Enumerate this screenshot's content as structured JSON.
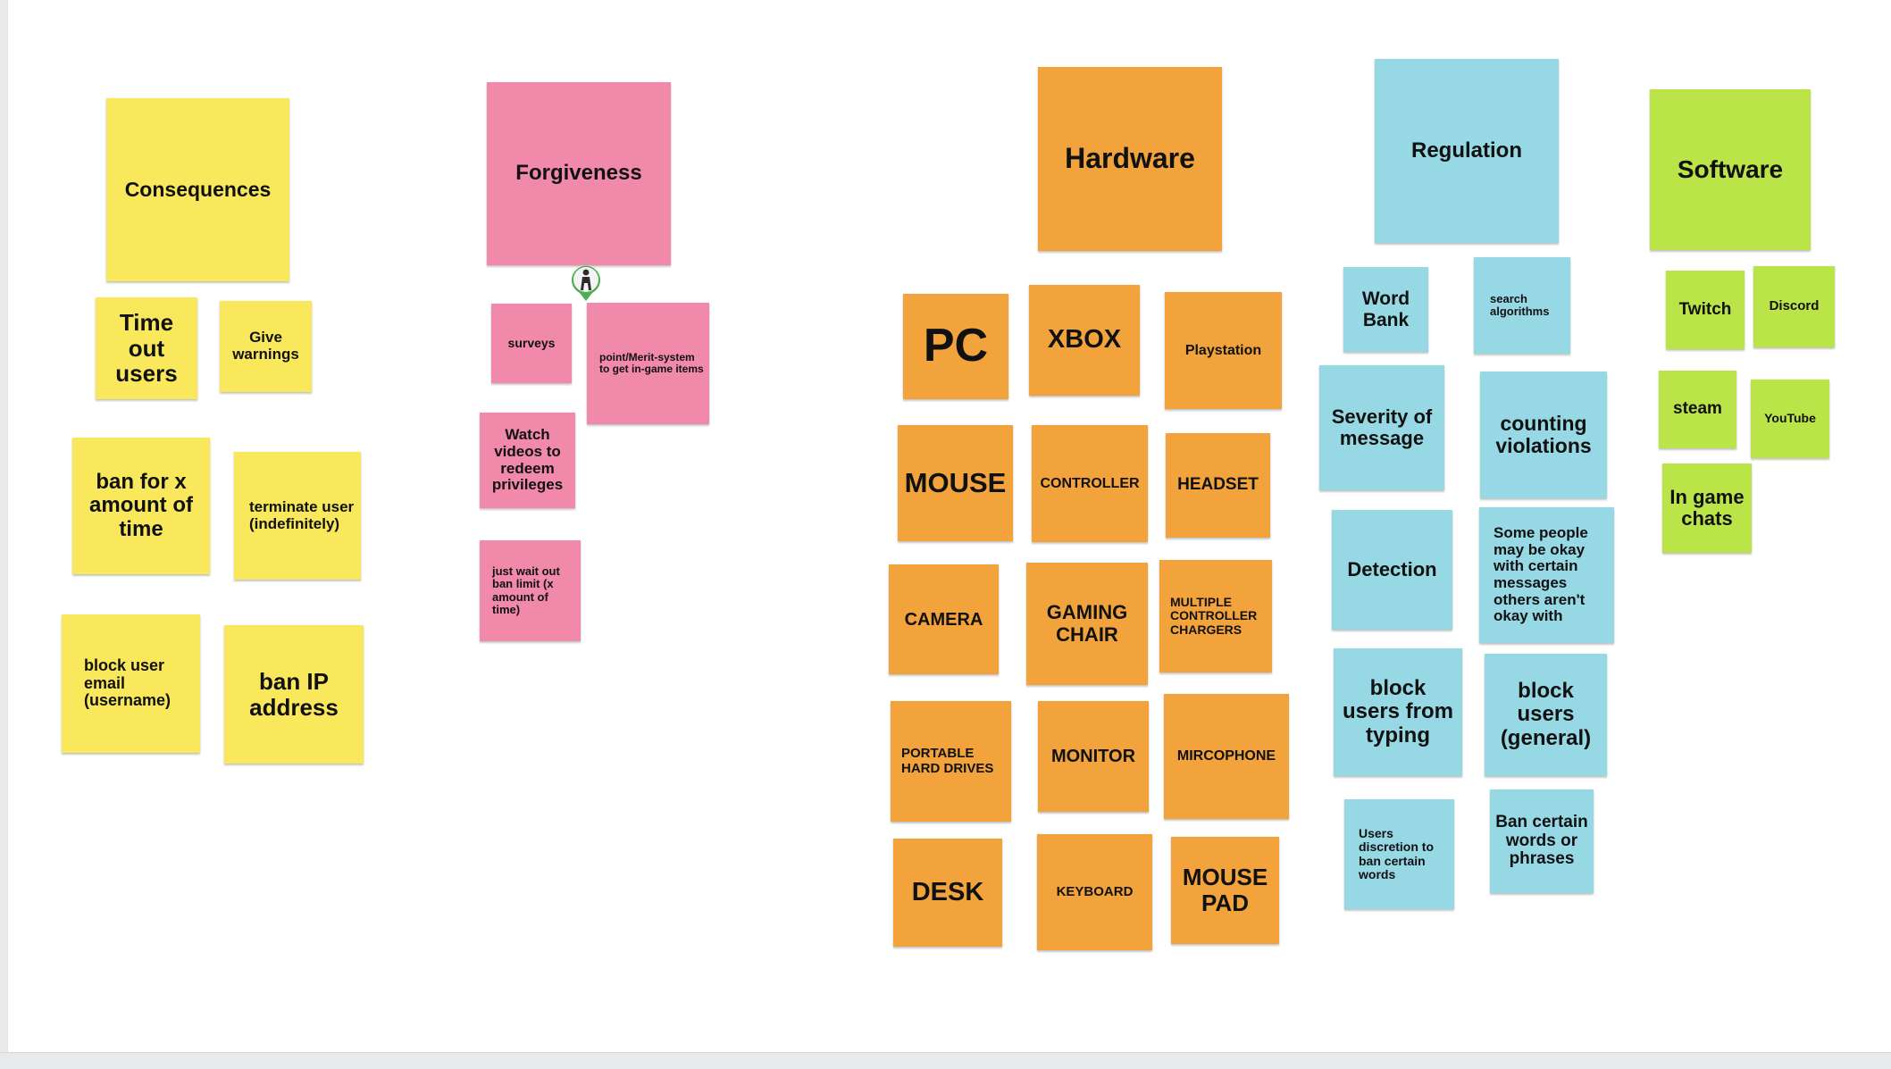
{
  "board": {
    "colors": {
      "consequences": "#f9e85c",
      "forgiveness": "#f189ab",
      "hardware": "#f2a33c",
      "regulation": "#96d9e5",
      "software": "#bbe448"
    },
    "groups": {
      "consequences": {
        "header": "Consequences",
        "notes": [
          "Time out users",
          "Give warnings",
          "ban for x amount of time",
          "terminate user (indefinitely)",
          "block user email (username)",
          "ban IP address"
        ]
      },
      "forgiveness": {
        "header": "Forgiveness",
        "notes": [
          "surveys",
          "point/Merit-system to get in-game items",
          "Watch videos to redeem privileges",
          "just wait out ban limit (x amount of time)"
        ]
      },
      "hardware": {
        "header": "Hardware",
        "notes": [
          "PC",
          "XBOX",
          "Playstation",
          "MOUSE",
          "CONTROLLER",
          "HEADSET",
          "CAMERA",
          "GAMING CHAIR",
          "MULTIPLE CONTROLLER CHARGERS",
          "PORTABLE HARD DRIVES",
          "MONITOR",
          "MIRCOPHONE",
          "DESK",
          "KEYBOARD",
          "MOUSE PAD"
        ]
      },
      "regulation": {
        "header": "Regulation",
        "notes": [
          "Word Bank",
          "search algorithms",
          "Severity of message",
          "counting violations",
          "Detection",
          "Some people may be okay with certain messages others aren't okay with",
          "block users from typing",
          "block users (general)",
          "Users discretion to ban certain words",
          "Ban certain words or phrases"
        ]
      },
      "software": {
        "header": "Software",
        "notes": [
          "Twitch",
          "Discord",
          "steam",
          "YouTube",
          "In game chats"
        ]
      }
    }
  }
}
